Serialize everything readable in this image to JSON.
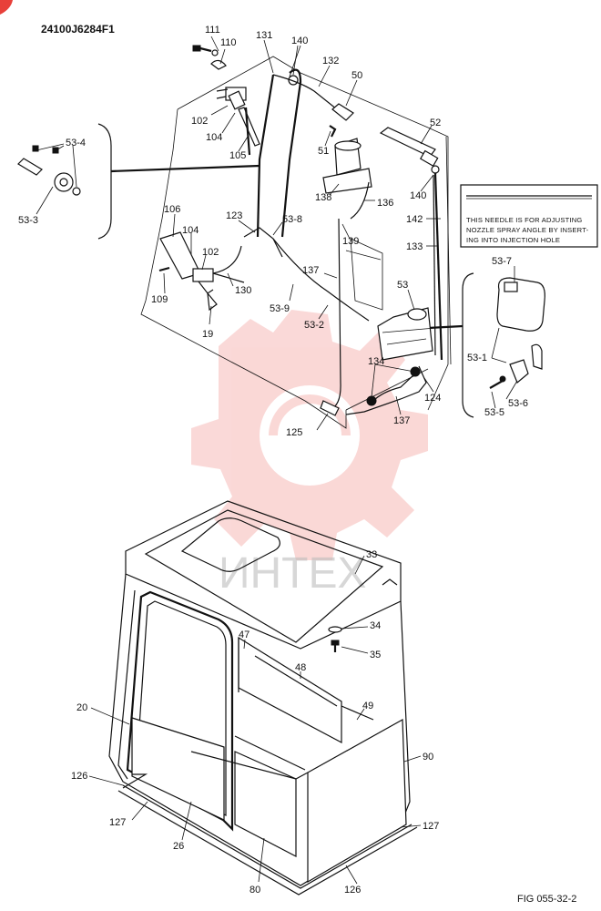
{
  "header": {
    "doc_code": "24100J6284F1",
    "fig_code": "FIG 055-32-2"
  },
  "note": {
    "lines": [
      "THIS NEEDLE IS FOR ADJUSTING",
      "NOZZLE SPRAY ANGLE BY INSERT-",
      "ING INTO INJECTION HOLE"
    ]
  },
  "watermark": {
    "text": "ИНТЕХ",
    "color": "#e8403a"
  },
  "callouts": {
    "c111": "111",
    "c110": "110",
    "c131": "131",
    "c140a": "140",
    "c132": "132",
    "c50": "50",
    "c102a": "102",
    "c104a": "104",
    "c105": "105",
    "c51": "51",
    "c52": "52",
    "c140b": "140",
    "c138": "138",
    "c136": "136",
    "c142": "142",
    "c133": "133",
    "c534": "53-4",
    "c533": "53-3",
    "c106": "106",
    "c123": "123",
    "c538": "53-8",
    "c104b": "104",
    "c102b": "102",
    "c109": "109",
    "c130": "130",
    "c19": "19",
    "c139": "139",
    "c137a": "137",
    "c53": "53",
    "c539": "53-9",
    "c532": "53-2",
    "c537": "53-7",
    "c531": "53-1",
    "c536": "53-6",
    "c535": "53-5",
    "c134": "134",
    "c124": "124",
    "c137b": "137",
    "c125": "125",
    "c33": "33",
    "c34": "34",
    "c35": "35",
    "c47": "47",
    "c48": "48",
    "c49": "49",
    "c20": "20",
    "c90": "90",
    "c126a": "126",
    "c127a": "127",
    "c26": "26",
    "c80": "80",
    "c126b": "126",
    "c127b": "127"
  }
}
